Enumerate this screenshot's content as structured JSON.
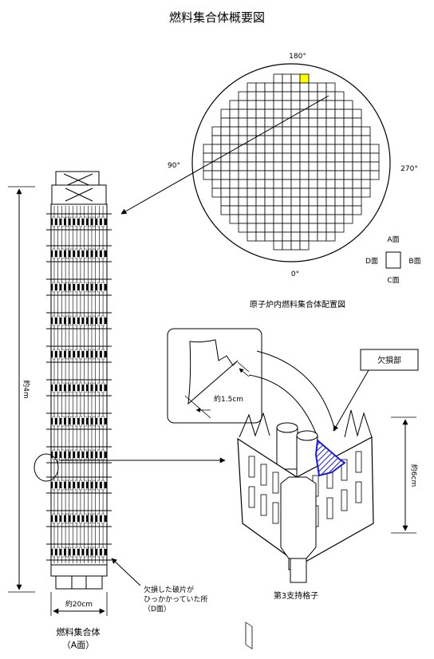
{
  "title": "燃料集合体概要図",
  "core_map": {
    "caption": "原子炉内燃料集合体配置図",
    "angle_top": "180°",
    "angle_left": "90°",
    "angle_right": "270°",
    "angle_bottom": "0°",
    "face_top": "A面",
    "face_left": "D面",
    "face_right": "B面",
    "face_bottom": "C面",
    "row_spans": [
      [
        8,
        11
      ],
      [
        5,
        14
      ],
      [
        4,
        15
      ],
      [
        3,
        16
      ],
      [
        2,
        17
      ],
      [
        2,
        17
      ],
      [
        1,
        18
      ],
      [
        1,
        18
      ],
      [
        0,
        19
      ],
      [
        0,
        19
      ],
      [
        0,
        19
      ],
      [
        0,
        19
      ],
      [
        1,
        18
      ],
      [
        1,
        18
      ],
      [
        2,
        17
      ],
      [
        2,
        17
      ],
      [
        3,
        16
      ],
      [
        4,
        15
      ],
      [
        5,
        14
      ],
      [
        8,
        11
      ]
    ],
    "highlight_cell": {
      "row": 0,
      "col": 11
    },
    "colors": {
      "highlight": "#ffff00",
      "grid": "#000000"
    }
  },
  "assembly": {
    "height_label": "約4m",
    "width_label": "約20cm",
    "name_label": "燃料集合体",
    "face_label": "（A面）",
    "fragment_note_line1": "欠損した破片が",
    "fragment_note_line2": "ひっかかっていた所",
    "fragment_note_line3": "（D面）"
  },
  "detail": {
    "fragment_size": "約1.5cm",
    "defect_label": "欠損部",
    "grid_height": "約6cm",
    "caption": "第3支持格子",
    "colors": {
      "defect": "#1a1adc"
    }
  }
}
